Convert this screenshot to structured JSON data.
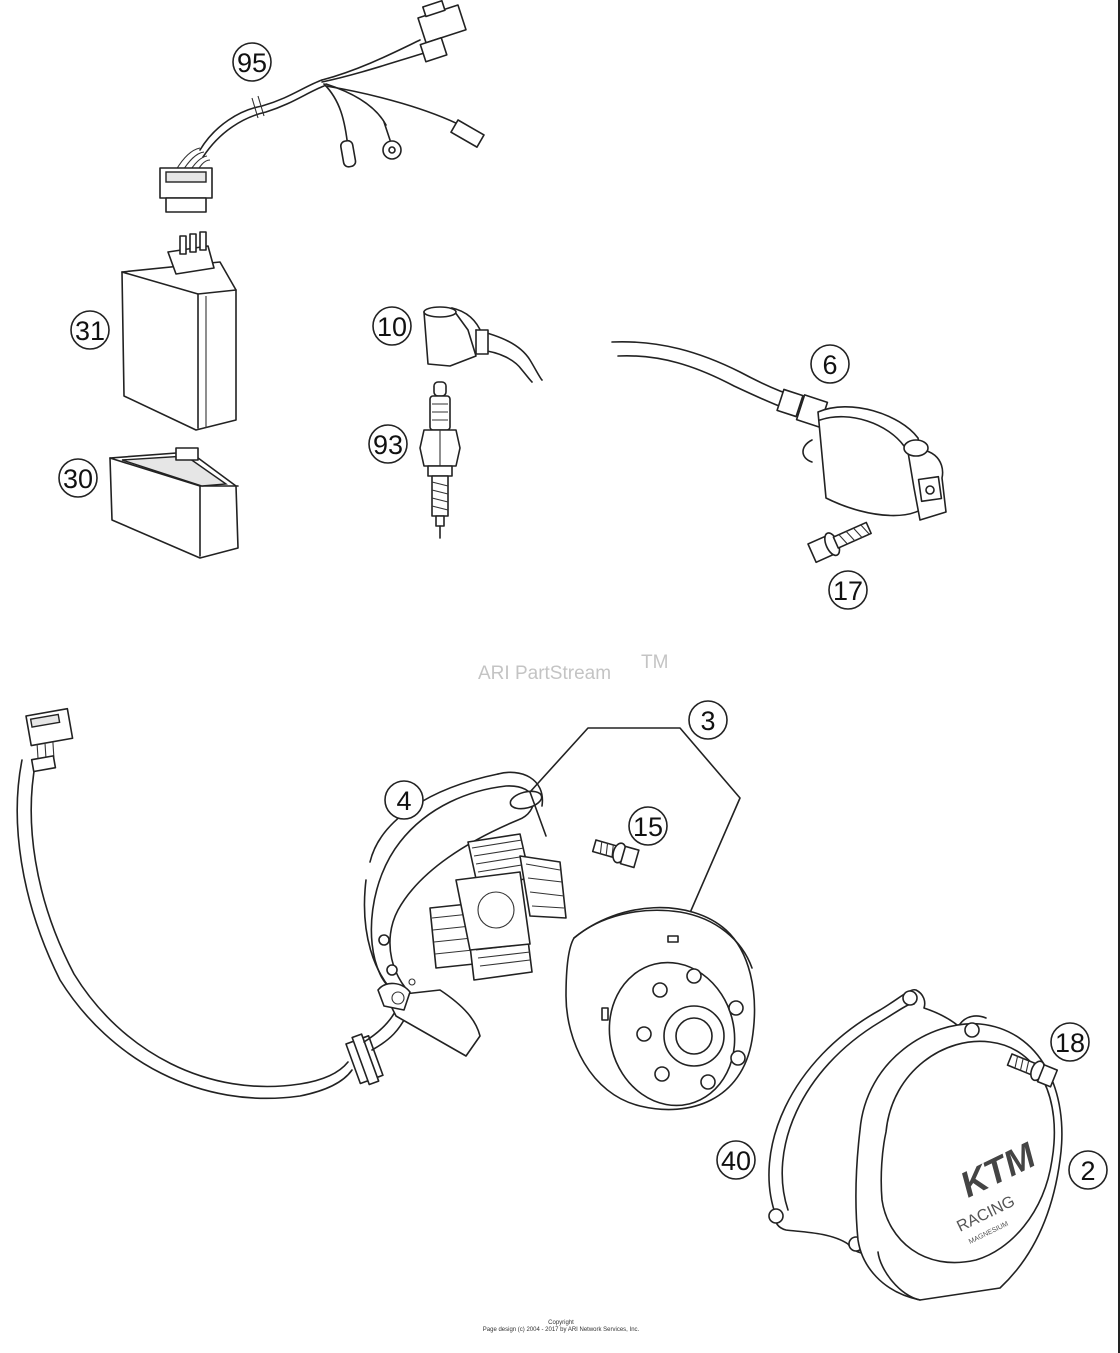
{
  "callouts": {
    "c95": "95",
    "c31": "31",
    "c30": "30",
    "c10": "10",
    "c93": "93",
    "c6": "6",
    "c17": "17",
    "c3": "3",
    "c4": "4",
    "c15": "15",
    "c18": "18",
    "c40": "40",
    "c2": "2"
  },
  "watermark": {
    "brand": "ARI PartStream",
    "tm": "TM"
  },
  "cover_logo": {
    "brand": "KTM",
    "line1": "RACING",
    "line2": "MAGNESIUM"
  },
  "copyright": {
    "line1": "Copyright",
    "line2": "Page design (c) 2004 - 2017 by ARI Network Services, Inc."
  }
}
